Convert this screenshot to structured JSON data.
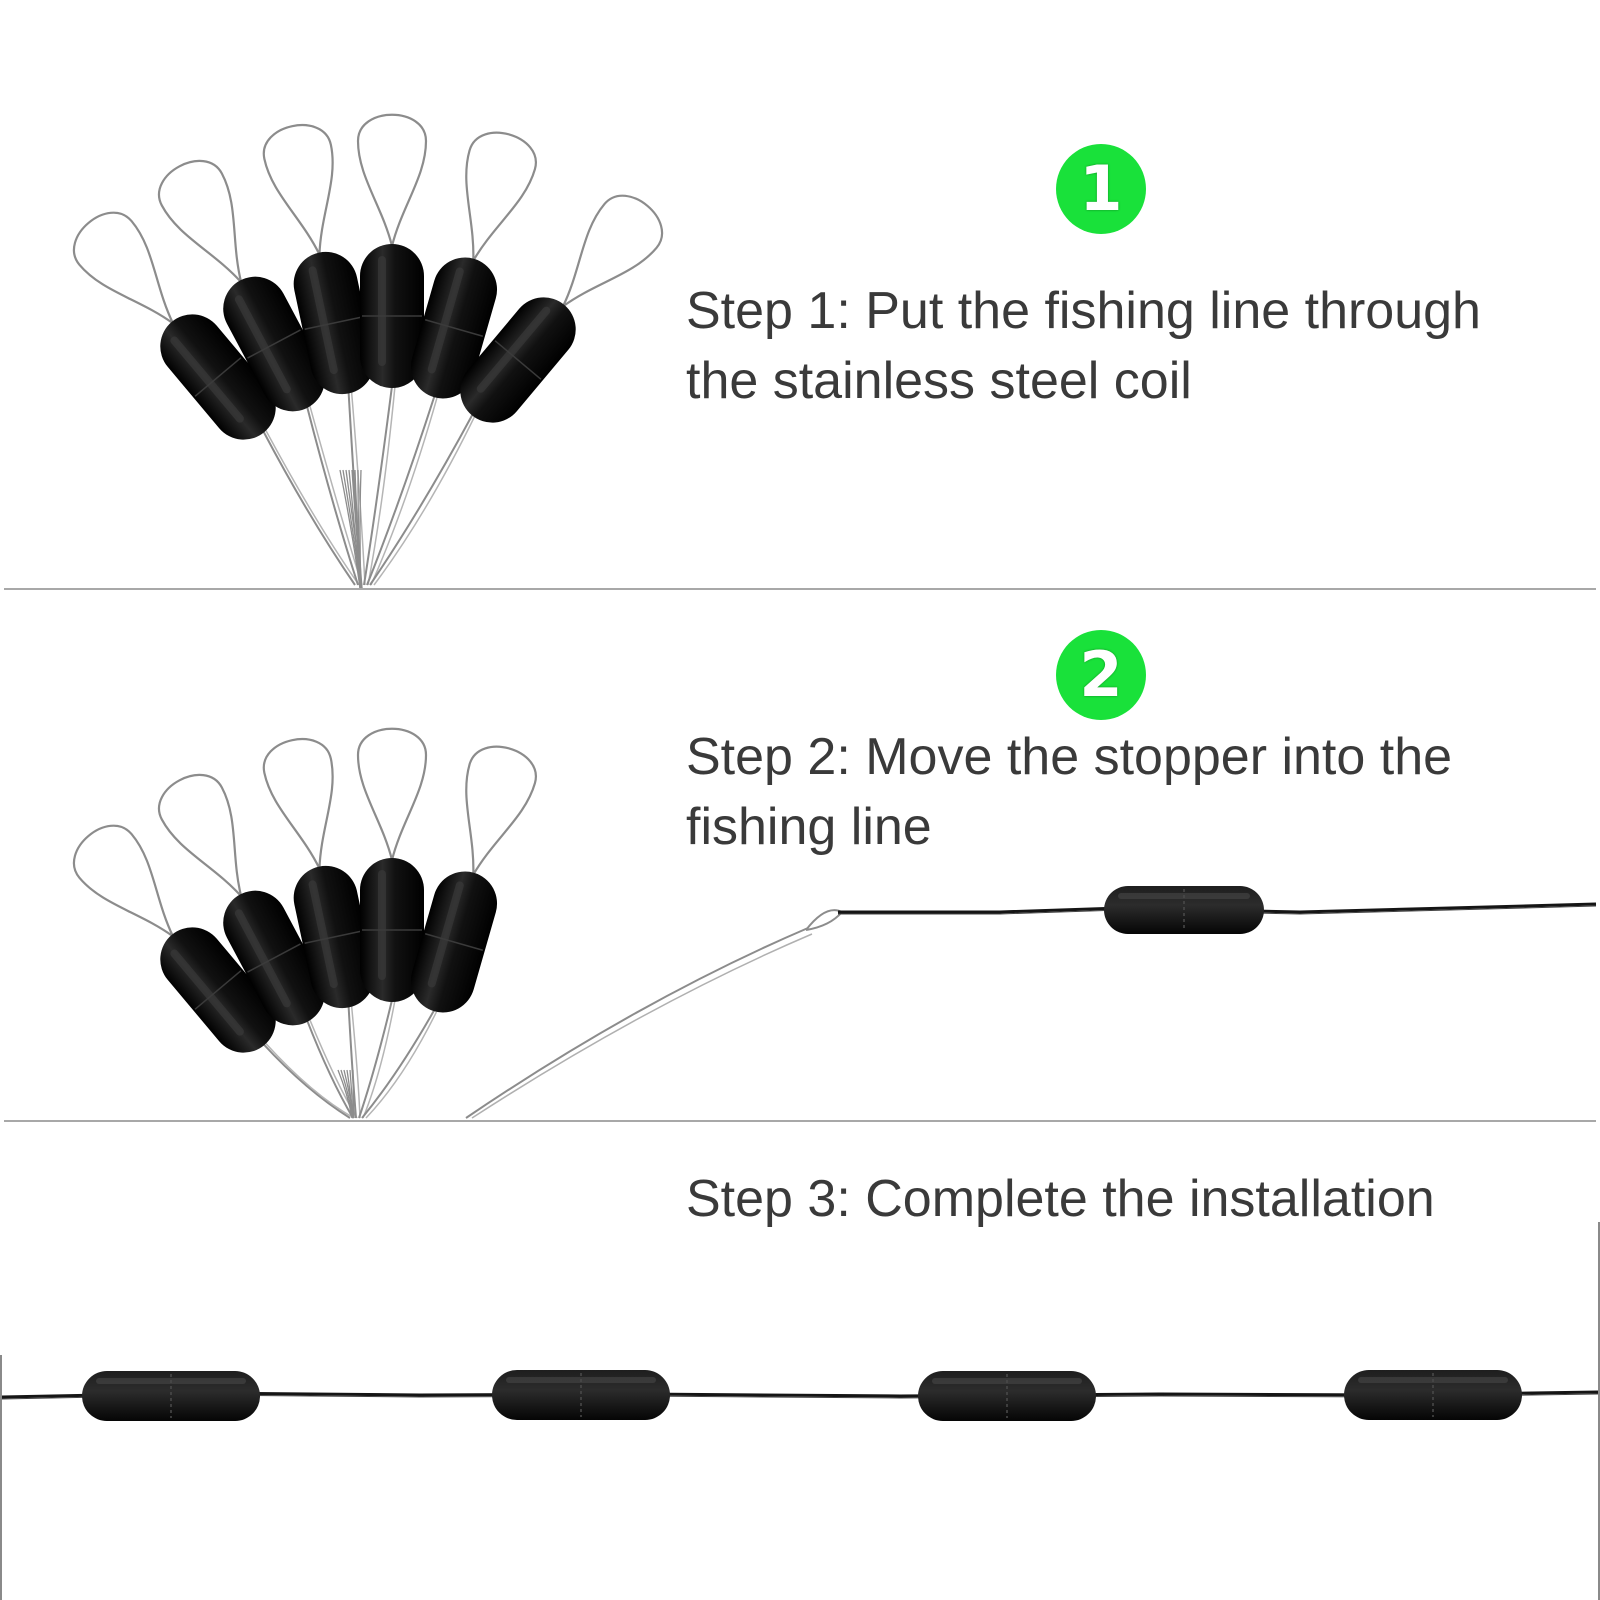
{
  "steps": [
    {
      "badge": "1",
      "text": "Step 1: Put the fishing line through the stainless steel coil"
    },
    {
      "badge": "2",
      "text": "Step 2: Move the stopper into the fishing line"
    },
    {
      "text": "Step 3: Complete the installation"
    }
  ],
  "colors": {
    "badge_green": "#19e13a",
    "text_gray": "#3a3a3a",
    "divider_gray": "#a8a8a8",
    "stopper_black": "#0d0d0d",
    "wire_gray": "#8c8c8c"
  },
  "icons": {
    "badge_1": "number-one-circle-icon",
    "badge_2": "number-two-circle-icon"
  },
  "illustrations": {
    "panel_1": "six rubber fishing stoppers on stainless steel wire loops",
    "panel_2": "five stoppers on wire loops and a stopper moved onto the fishing line",
    "panel_3": "four stoppers installed along the fishing line"
  }
}
